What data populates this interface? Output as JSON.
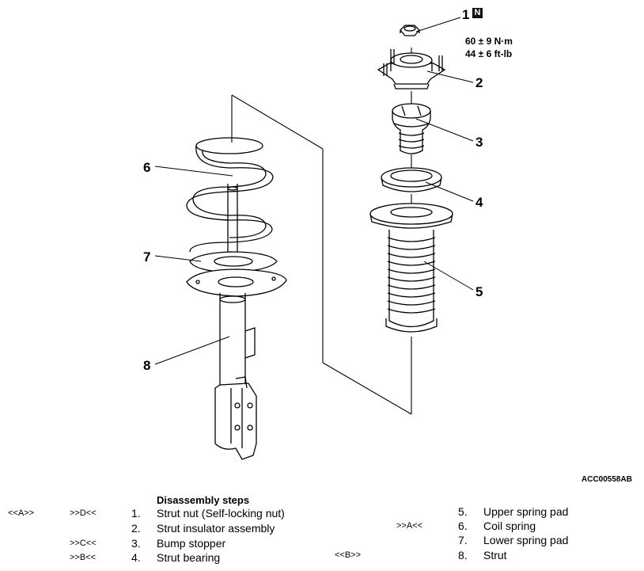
{
  "callouts": {
    "c1": "1",
    "c2": "2",
    "c3": "3",
    "c4": "4",
    "c5": "5",
    "c6": "6",
    "c7": "7",
    "c8": "8",
    "new_part_symbol": "N"
  },
  "torque": {
    "metric": "60 ± 9 N·m",
    "imperial": "44 ± 6 ft-lb"
  },
  "figure_code": "ACC00558AB",
  "steps": {
    "heading": "Disassembly steps",
    "left": [
      {
        "ref1": "<<A>>",
        "ref2": ">>D<<",
        "num": "1.",
        "name": "Strut nut (Self-locking nut)"
      },
      {
        "ref1": "",
        "ref2": "",
        "num": "2.",
        "name": "Strut insulator assembly"
      },
      {
        "ref1": "",
        "ref2": ">>C<<",
        "num": "3.",
        "name": "Bump stopper"
      },
      {
        "ref1": "",
        "ref2": ">>B<<",
        "num": "4.",
        "name": "Strut bearing"
      }
    ],
    "right": [
      {
        "ref1": "",
        "ref2": "",
        "num": "5.",
        "name": "Upper spring pad"
      },
      {
        "ref1": "",
        "ref2": ">>A<<",
        "num": "6.",
        "name": "Coil spring"
      },
      {
        "ref1": "",
        "ref2": "",
        "num": "7.",
        "name": "Lower spring pad"
      },
      {
        "ref1": "<<B>>",
        "ref2": "",
        "num": "8.",
        "name": "Strut"
      }
    ]
  }
}
